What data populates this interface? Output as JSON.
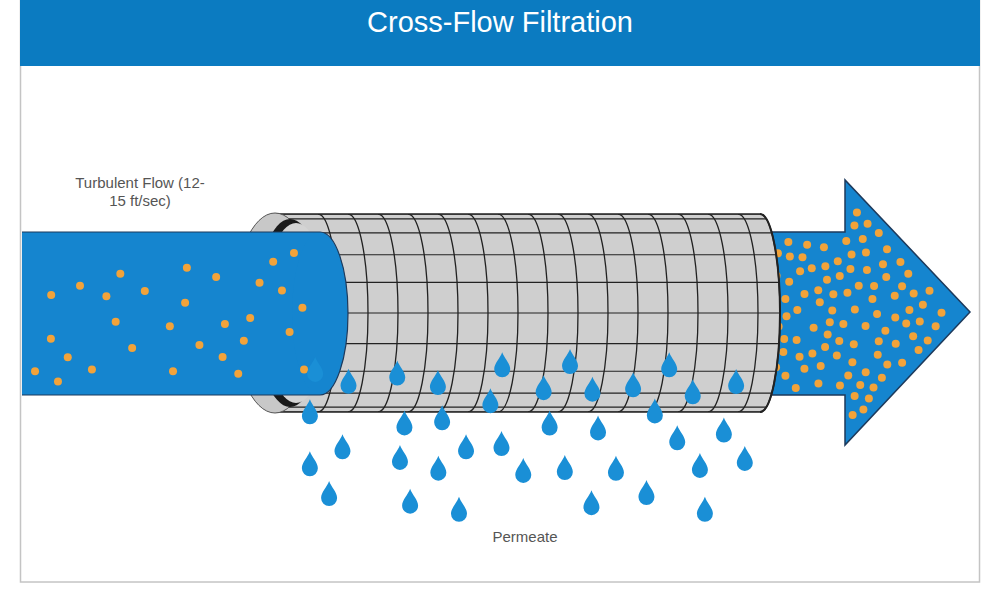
{
  "diagram": {
    "title": "Cross-Flow Filtration",
    "labels": [
      "Turbulent Flow (12-15 ft/sec)",
      "Permeate"
    ]
  }
}
